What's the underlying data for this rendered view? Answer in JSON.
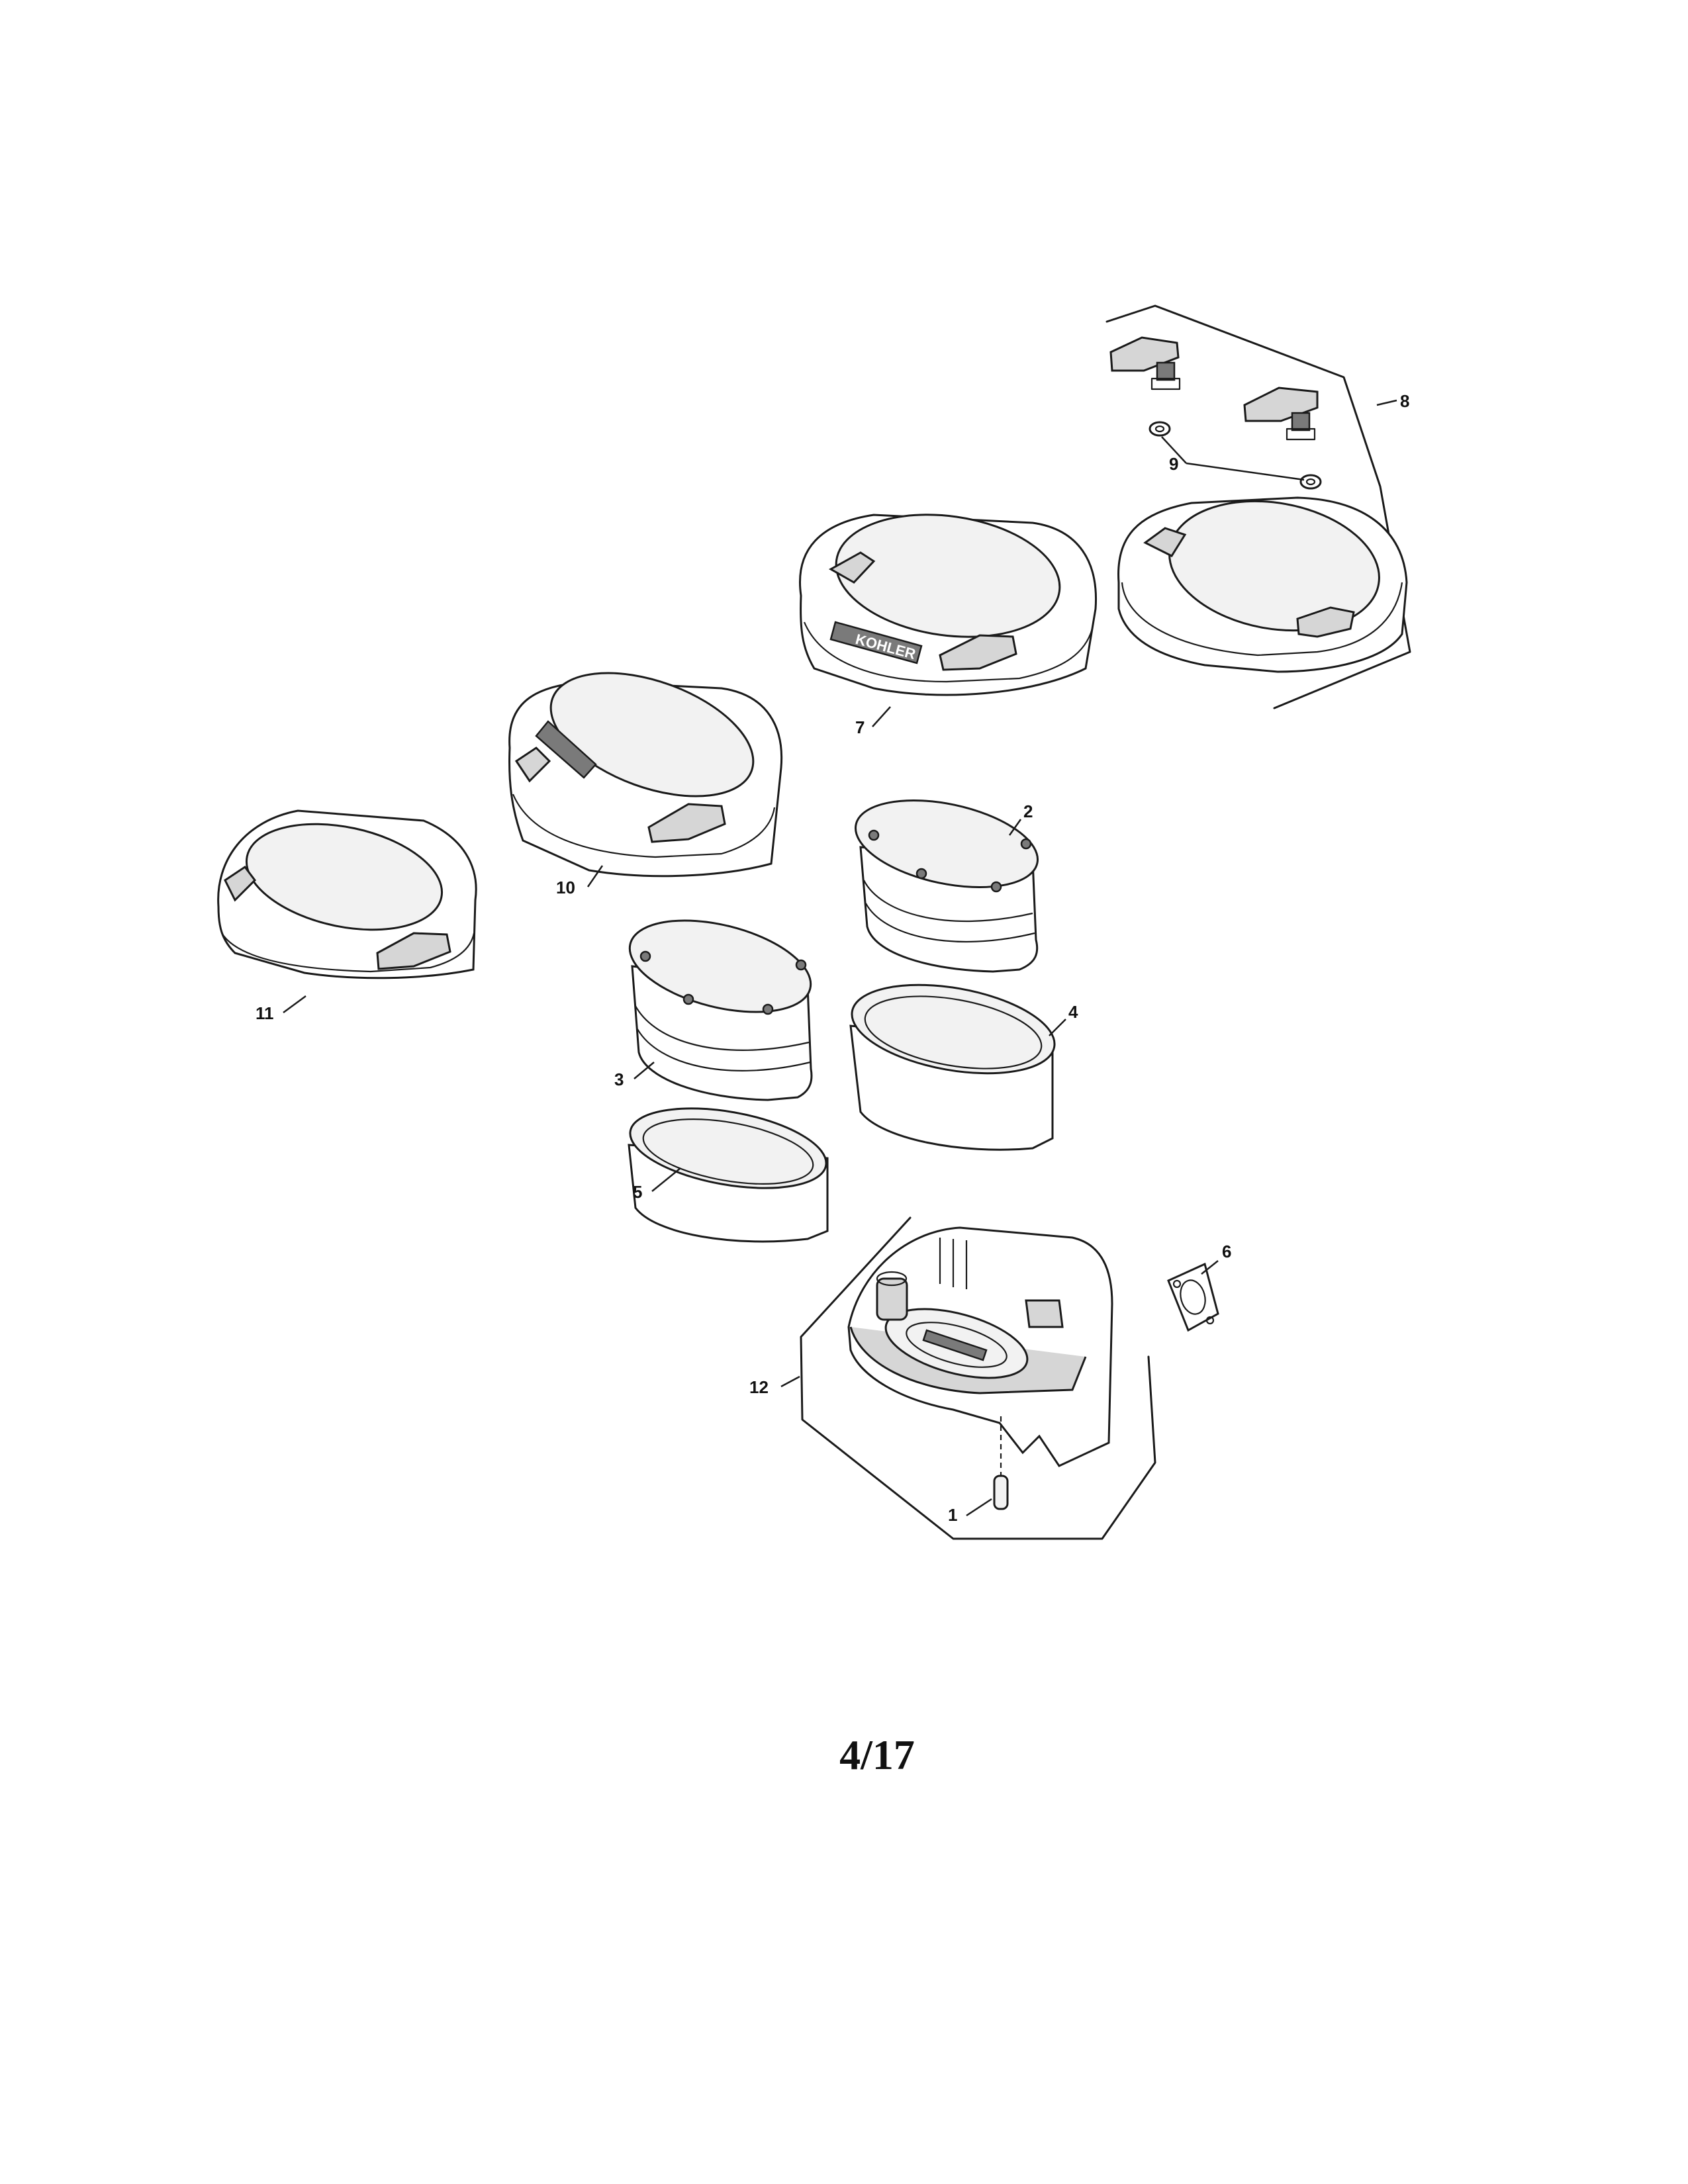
{
  "diagram": {
    "callouts": [
      {
        "id": "c1",
        "label": "1"
      },
      {
        "id": "c2",
        "label": "2"
      },
      {
        "id": "c3",
        "label": "3"
      },
      {
        "id": "c4",
        "label": "4"
      },
      {
        "id": "c5",
        "label": "5"
      },
      {
        "id": "c6",
        "label": "6"
      },
      {
        "id": "c7",
        "label": "7"
      },
      {
        "id": "c8",
        "label": "8"
      },
      {
        "id": "c9",
        "label": "9"
      },
      {
        "id": "c10",
        "label": "10"
      },
      {
        "id": "c11",
        "label": "11"
      },
      {
        "id": "c12",
        "label": "12"
      }
    ],
    "brand_marking": "KOHLER"
  },
  "page": {
    "page_number": "4/17"
  }
}
